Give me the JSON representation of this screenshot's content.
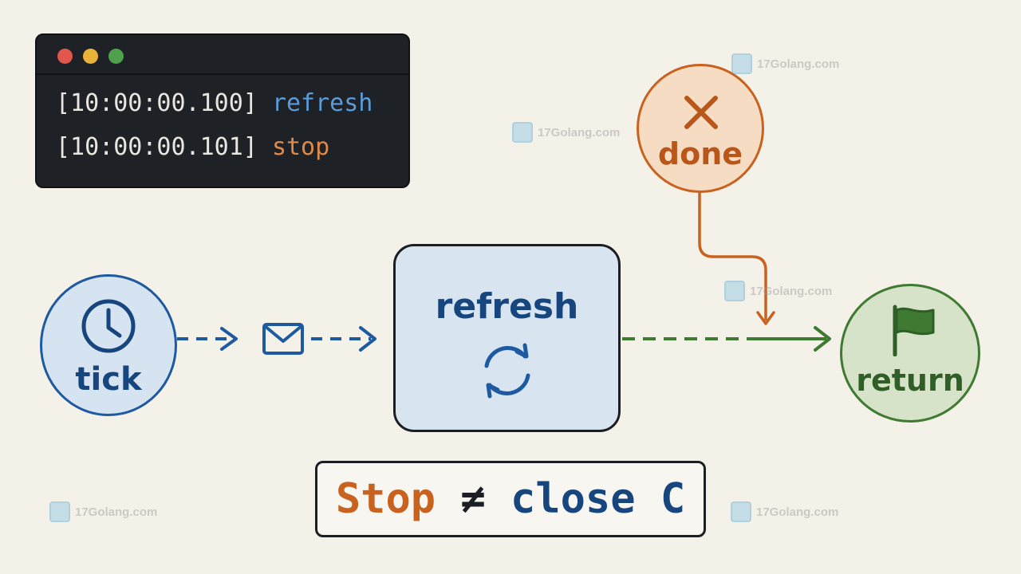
{
  "terminal": {
    "lines": [
      {
        "timestamp": "[10:00:00.100]",
        "event": "refresh"
      },
      {
        "timestamp": "[10:00:00.101]",
        "event": "stop"
      }
    ]
  },
  "nodes": {
    "tick": {
      "label": "tick",
      "icon": "clock-icon"
    },
    "refresh": {
      "label": "refresh",
      "icon": "refresh-cycle-icon"
    },
    "done": {
      "label": "done",
      "icon": "x-icon"
    },
    "return": {
      "label": "return",
      "icon": "flag-icon"
    }
  },
  "message_icon": "envelope-icon",
  "caption": {
    "stop": "Stop",
    "neq": "≠",
    "close": "close C"
  },
  "watermark": {
    "text": "17Golang.com"
  },
  "colors": {
    "background": "#f4f1e9",
    "blue": "#1e5aa0",
    "orange": "#c8621e",
    "green": "#3f7a32",
    "terminal_bg": "#1e2226"
  }
}
